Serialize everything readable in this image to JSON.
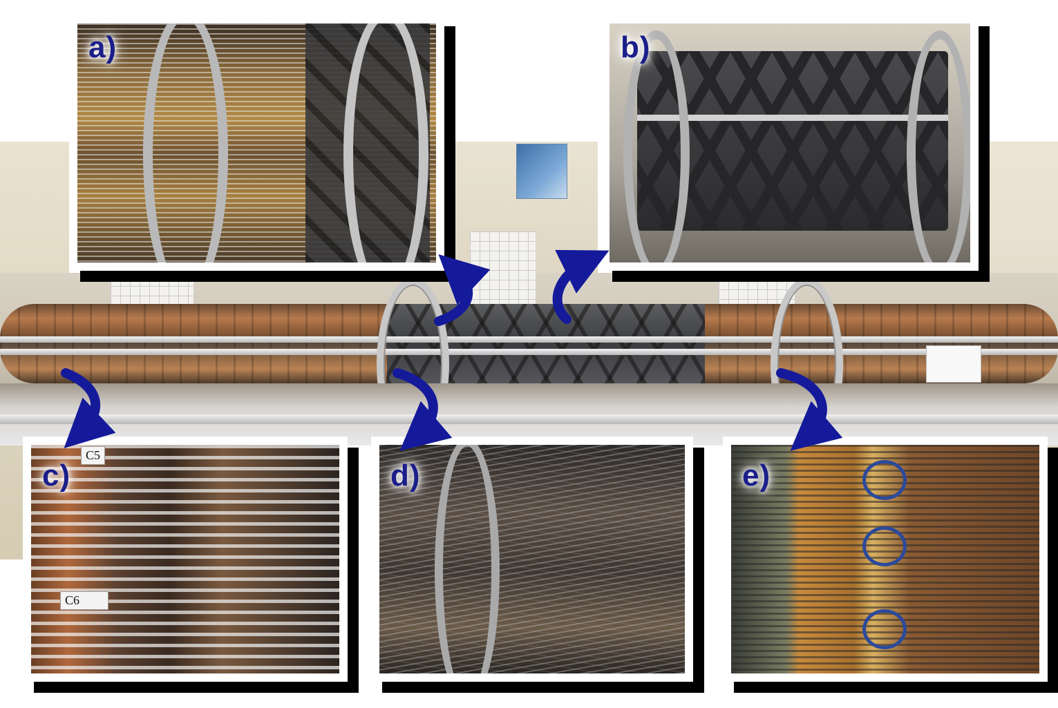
{
  "figure": {
    "panels": [
      {
        "id": "a",
        "label": "a)"
      },
      {
        "id": "b",
        "label": "b)"
      },
      {
        "id": "c",
        "label": "c)"
      },
      {
        "id": "d",
        "label": "d)"
      },
      {
        "id": "e",
        "label": "e)"
      }
    ],
    "tags": {
      "c_top": "C5",
      "c_mid": "C6"
    },
    "colors": {
      "label": "#1b1f8a",
      "arrow": "#141a9a",
      "frame_shadow": "#000000"
    }
  }
}
